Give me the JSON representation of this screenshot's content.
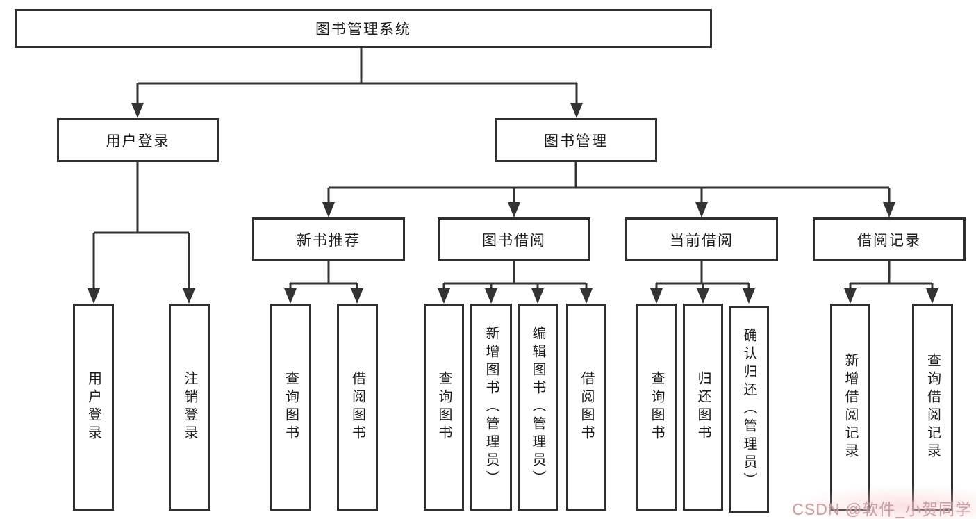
{
  "tree": {
    "root": {
      "label": "图书管理系统"
    },
    "branches": [
      {
        "label": "用户登录",
        "leaves": [
          "用户登录",
          "注销登录"
        ]
      },
      {
        "label": "图书管理",
        "groups": [
          {
            "label": "新书推荐",
            "leaves": [
              "查询图书",
              "借阅图书"
            ]
          },
          {
            "label": "图书借阅",
            "leaves": [
              "查询图书",
              "新增图书（管理员）",
              "编辑图书（管理员）",
              "借阅图书"
            ]
          },
          {
            "label": "当前借阅",
            "leaves": [
              "查询图书",
              "归还图书",
              "确认归还（管理员）"
            ]
          },
          {
            "label": "借阅记录",
            "leaves": [
              "新增借阅记录",
              "查询借阅记录"
            ]
          }
        ]
      }
    ]
  },
  "watermark": {
    "text": "CSDN @软件_小贺同学"
  },
  "colors": {
    "line": "#333333",
    "box_border": "#2f2f2f",
    "text": "#1c1c1c",
    "background": "#ffffff",
    "watermark": "#b99698"
  }
}
